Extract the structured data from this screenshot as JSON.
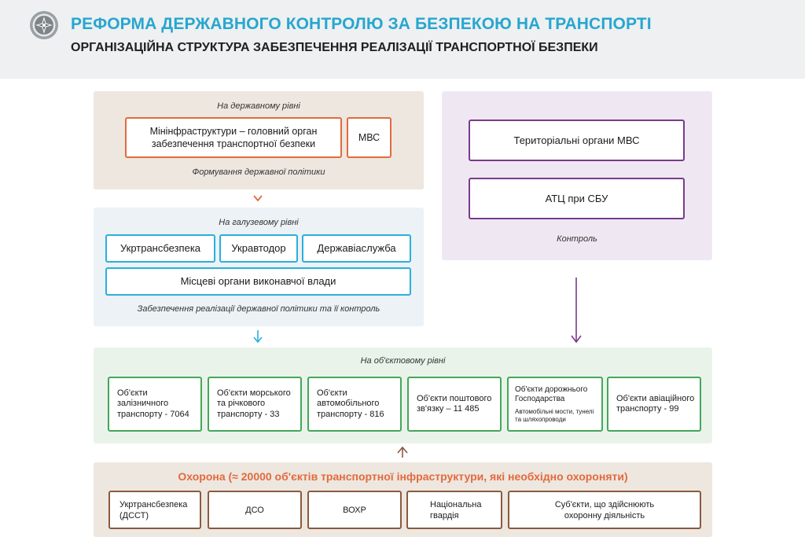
{
  "header": {
    "title": "РЕФОРМА ДЕРЖАВНОГО КОНТРОЛЮ ЗА БЕЗПЕКОЮ НА ТРАНСПОРТІ",
    "subtitle": "ОРГАНІЗАЦІЙНА СТРУКТУРА ЗАБЕЗПЕЧЕННЯ РЕАЛІЗАЦІЇ ТРАНСПОРТНОЇ БЕЗПЕКИ"
  },
  "state_level": {
    "caption": "На державному рівні",
    "ministry": "Мінінфраструктури – головний орган забезпечення транспортної безпеки",
    "mvs": "МВС",
    "footer": "Формування державної політики"
  },
  "branch_level": {
    "caption": "На галузевому рівні",
    "agencies": [
      "Укртрансбезпека",
      "Укравтодор",
      "Державіаслужба"
    ],
    "local": "Місцеві органи виконавчої влади",
    "footer": "Забезпечення реалізації державної політики та її контроль"
  },
  "control": {
    "items": [
      "Територіальні органи МВС",
      "АТЦ при СБУ"
    ],
    "footer": "Контроль"
  },
  "object_level": {
    "caption": "На об'єктовому рівні",
    "objects": [
      {
        "label": "Об'єкти залізничного транспорту - 7064"
      },
      {
        "label": "Об'єкти морського та річкового транспорту - 33"
      },
      {
        "label": "Об'єкти автомобільного транспорту - 816"
      },
      {
        "label": "Об'єкти поштового зв'язку – 11 485"
      },
      {
        "label": "Об'єкти дорожнього Господарства",
        "sub": "Автомобільні мости, тунелі та шляхопроводи"
      },
      {
        "label": "Об'єкти авіаційного транспорту - 99"
      }
    ]
  },
  "security": {
    "title": "Охорона (≈ 20000 об'єктів транспортної інфраструктури, які необхідно охороняти)",
    "items": [
      "Укртрансбезпека (ДССТ)",
      "ДСО",
      "ВОХР",
      "Національна гвардія",
      "Суб'єкти, що здійснюють охоронну діяльність"
    ]
  },
  "colors": {
    "title": "#27a6d0",
    "orange": "#e26a3f",
    "blue": "#2ab0dc",
    "purple": "#7a3a8c",
    "green": "#45a75a",
    "brown": "#8a5a40"
  },
  "icons": {
    "logo": "emblem-icon",
    "arrow_state": "arrow-down-icon",
    "arrow_branch": "arrow-down-icon",
    "arrow_control": "arrow-down-icon",
    "arrow_security": "arrow-up-icon"
  }
}
